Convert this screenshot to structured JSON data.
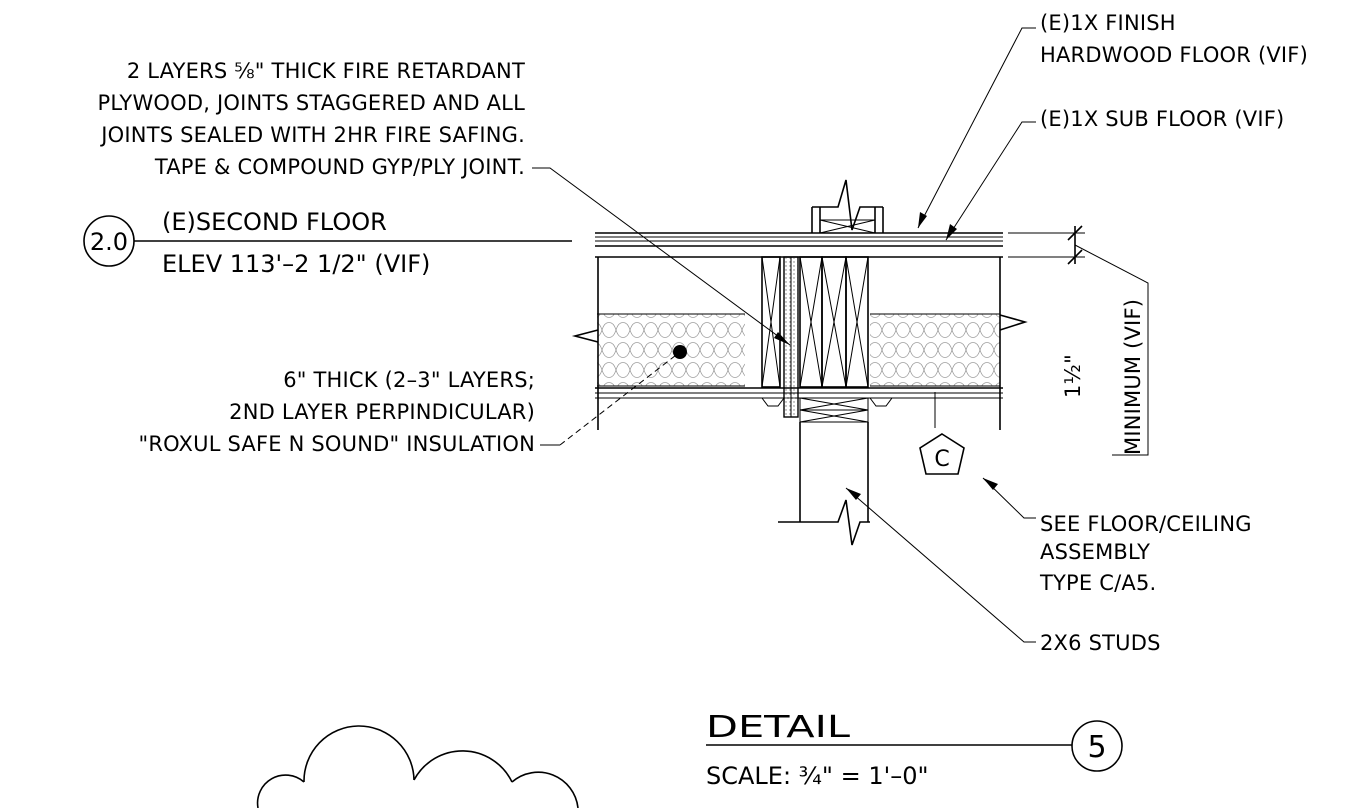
{
  "notes": {
    "plywood": [
      "2 LAYERS ⅝\" THICK FIRE RETARDANT",
      "PLYWOOD, JOINTS STAGGERED AND ALL",
      "JOINTS SEALED WITH 2HR FIRE SAFING.",
      "TAPE & COMPOUND GYP/PLY JOINT."
    ],
    "finish_floor": [
      "(E)1X FINISH",
      "HARDWOOD FLOOR (VIF)"
    ],
    "sub_floor": "(E)1X SUB FLOOR (VIF)",
    "insulation": [
      "6\" THICK (2–3\" LAYERS;",
      "2ND LAYER PERPINDICULAR)",
      "\"ROXUL SAFE N SOUND\" INSULATION"
    ],
    "assembly": [
      "SEE FLOOR/CEILING",
      "ASSEMBLY",
      "TYPE C/A5."
    ],
    "studs": "2X6 STUDS",
    "dimension": {
      "value": "1½\"",
      "label": "MINIMUM (VIF)"
    }
  },
  "level": {
    "tag": "2.0",
    "name": "(E)SECOND FLOOR",
    "elevation": "ELEV 113'–2 1/2\" (VIF)"
  },
  "assembly_tag": "C",
  "detail": {
    "title": "DETAIL",
    "number": "5",
    "scale": "SCALE: ¾\" = 1'–0\""
  }
}
